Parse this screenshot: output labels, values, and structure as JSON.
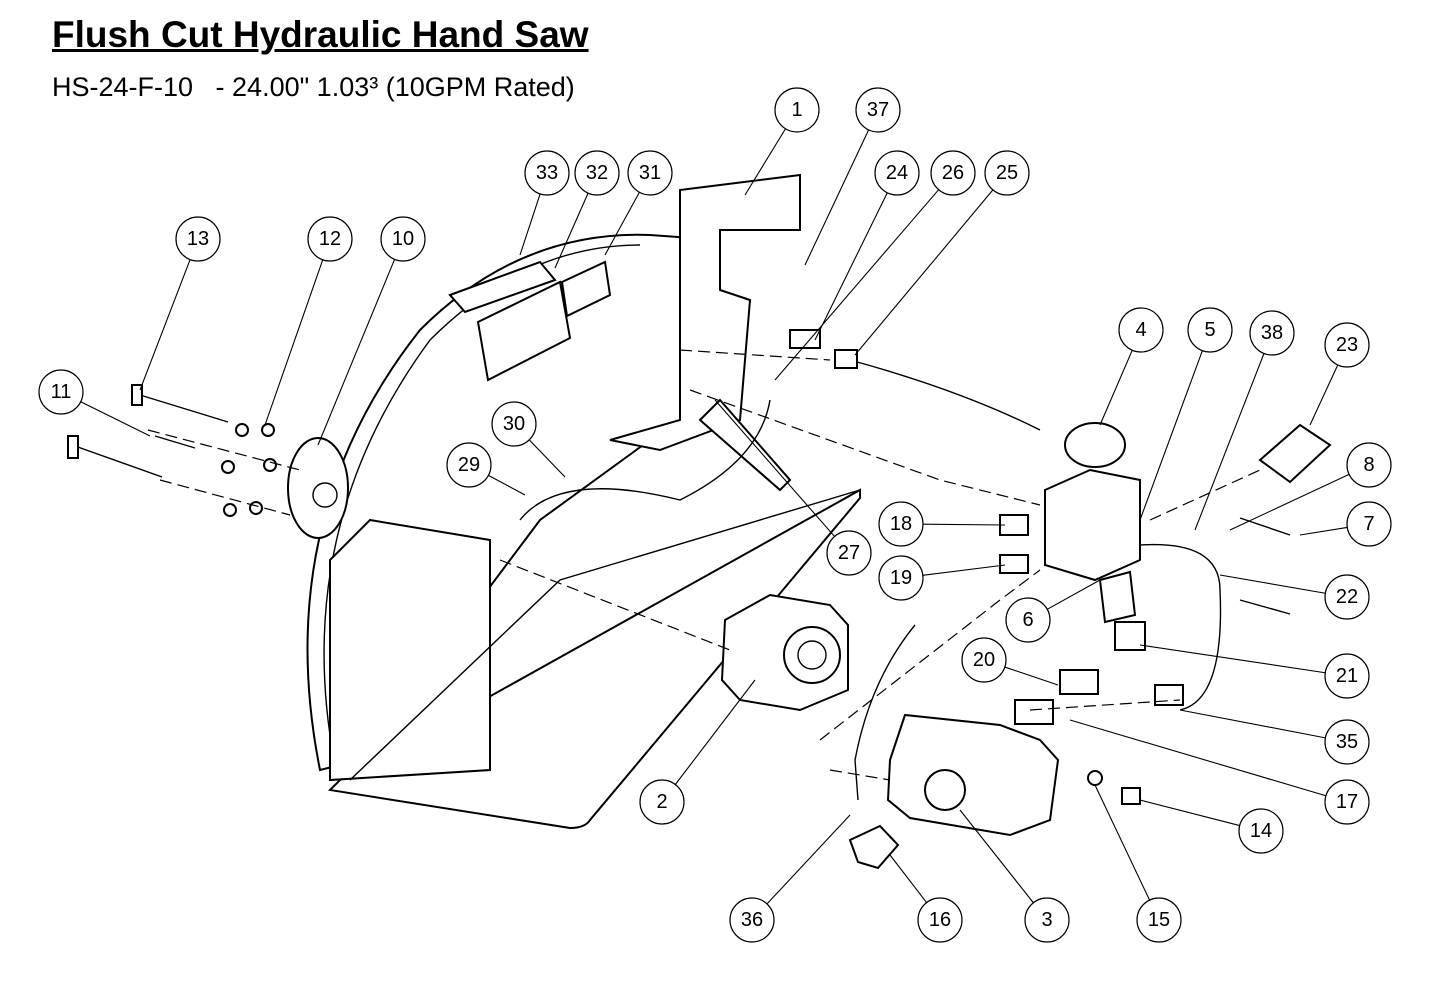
{
  "title": "Flush Cut Hydraulic Hand Saw",
  "subtitle": "HS-24-F-10   - 24.00\" 1.03³ (10GPM Rated)",
  "callouts": [
    "1",
    "37",
    "33",
    "32",
    "31",
    "24",
    "26",
    "25",
    "13",
    "12",
    "10",
    "4",
    "5",
    "38",
    "23",
    "11",
    "30",
    "29",
    "8",
    "18",
    "7",
    "27",
    "19",
    "22",
    "6",
    "20",
    "21",
    "35",
    "2",
    "17",
    "14",
    "36",
    "16",
    "3",
    "15"
  ]
}
